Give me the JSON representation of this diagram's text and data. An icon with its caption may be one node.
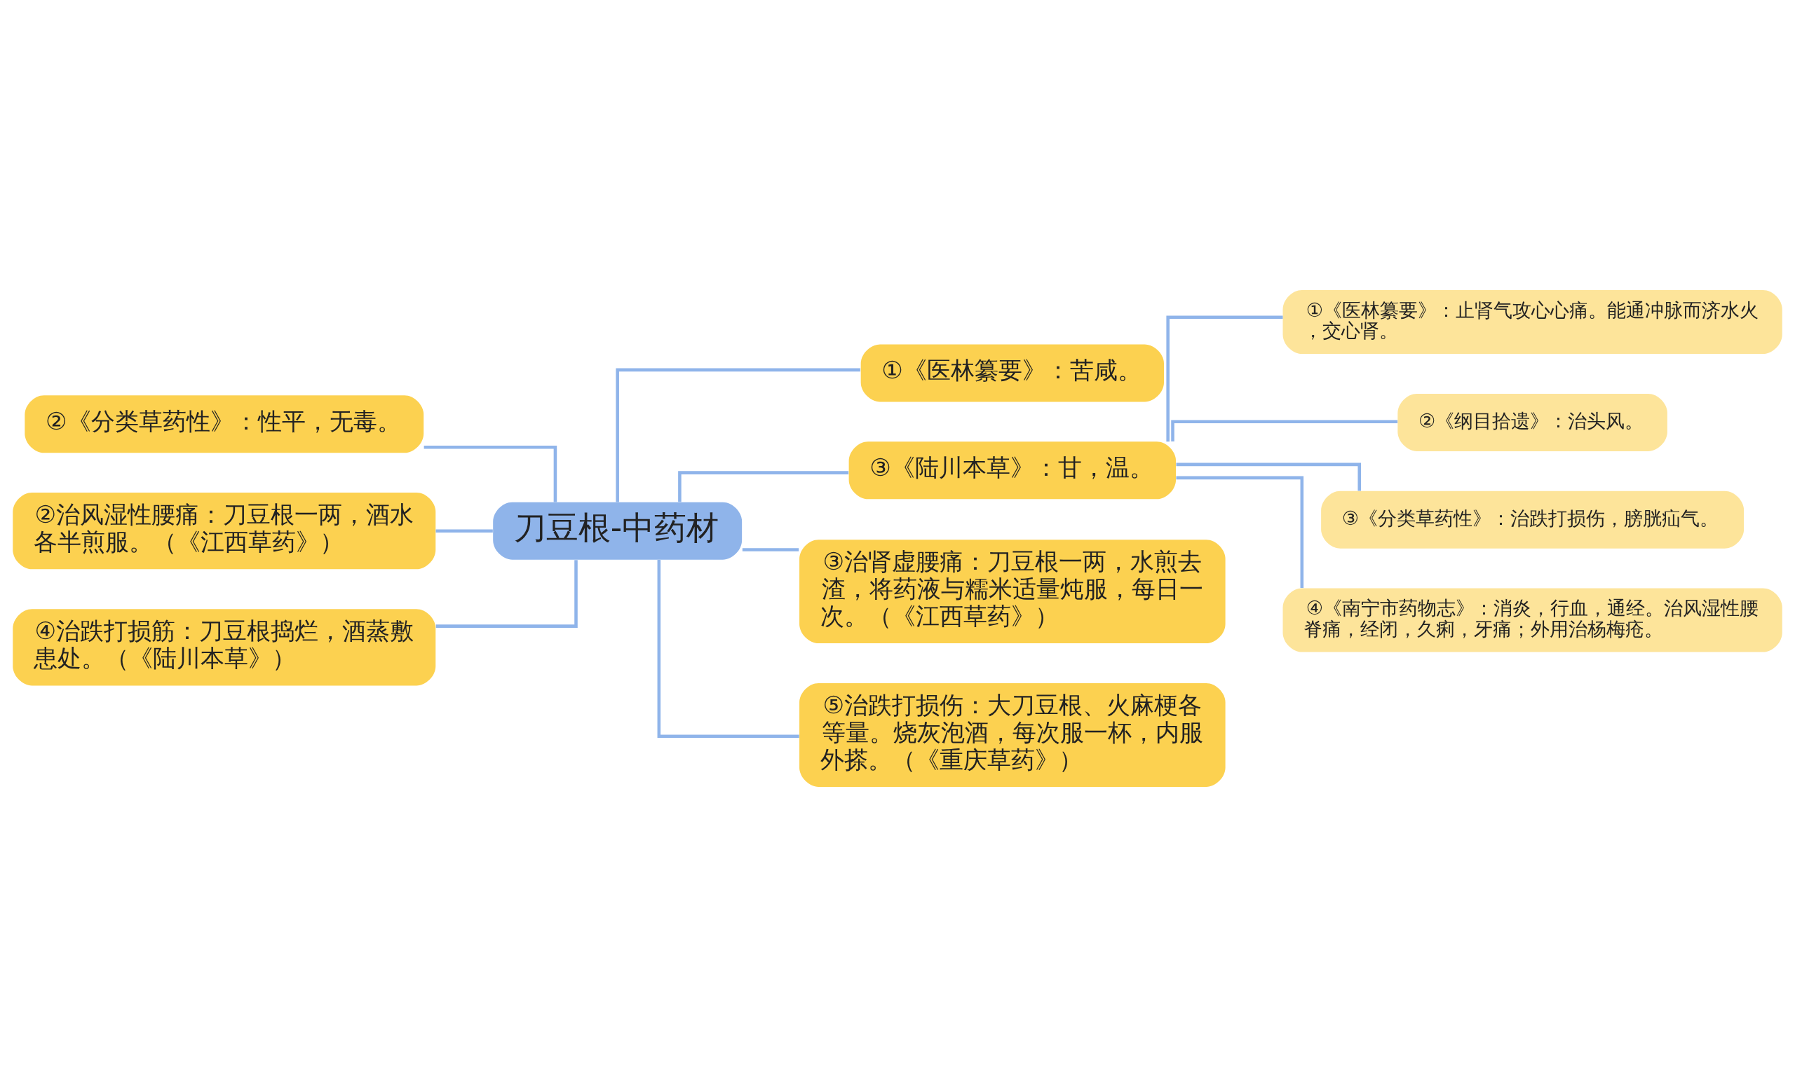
{
  "diagram": {
    "nodes": [
      {
        "text": [
          "刀豆根-中药材"
        ]
      },
      {
        "text": [
          "①《医林纂要》：苦咸。"
        ]
      },
      {
        "text": [
          "③《陆川本草》：甘，温。"
        ]
      },
      {
        "text": [
          "①《医林纂要》：止肾气攻心心痛。能通冲脉而济水火，交心肾。"
        ]
      },
      {
        "text": [
          "②《纲目拾遗》：治头风。"
        ]
      },
      {
        "text": [
          "③《分类草药性》：治跌打损伤，膀胱疝气。"
        ]
      },
      {
        "text": [
          "④《南宁市药物志》：消炎，行血，通经。治风湿性腰脊痛，经闭，久痢，牙痛；外用治杨梅疮。"
        ]
      },
      {
        "text": [
          "③治肾虚腰痛：刀豆根一两，水煎去渣，将药液与糯米适量炖服，每日一次。（《江西草药》）"
        ]
      },
      {
        "text": [
          "⑤治跌打损伤：大刀豆根、火麻梗各等量。烧灰泡酒，每次服一杯，内服外搽。（《重庆草药》）"
        ]
      },
      {
        "text": [
          "②《分类草药性》：性平，无毒。"
        ]
      },
      {
        "text": [
          "②治风湿性腰痛：刀豆根一两，酒水各半煎服。（《江西草药》）"
        ]
      },
      {
        "text": [
          "④治跌打损筋：刀豆根捣烂，酒蒸敷患处。（《陆川本草》）"
        ]
      }
    ],
    "edges": [
      {
        "from": 0,
        "to": 1,
        "arrow": "none"
      },
      {
        "from": 0,
        "to": 2,
        "arrow": "none"
      },
      {
        "from": 2,
        "to": 3,
        "arrow": "none"
      },
      {
        "from": 2,
        "to": 4,
        "arrow": "none"
      },
      {
        "from": 2,
        "to": 5,
        "arrow": "none"
      },
      {
        "from": 2,
        "to": 6,
        "arrow": "none"
      },
      {
        "from": 0,
        "to": 7,
        "arrow": "none"
      },
      {
        "from": 0,
        "to": 8,
        "arrow": "none"
      },
      {
        "from": 0,
        "to": 9,
        "arrow": "none"
      },
      {
        "from": 0,
        "to": 10,
        "arrow": "none"
      },
      {
        "from": 0,
        "to": 11,
        "arrow": "none"
      }
    ]
  }
}
